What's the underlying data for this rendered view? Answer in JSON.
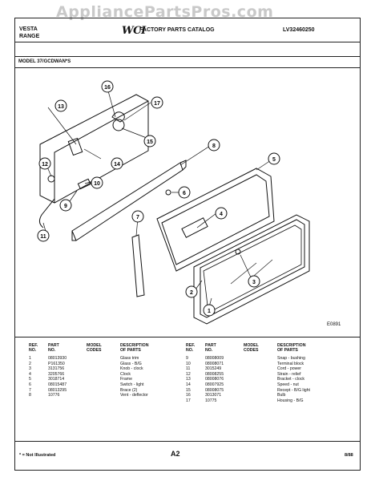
{
  "watermark": "AppliancePartsPros.com",
  "header": {
    "brand_line1": "VESTA",
    "brand_line2": "RANGE",
    "logo": "WCI",
    "catalog_title": "FACTORY PARTS CATALOG",
    "catalog_number": "LV32460250"
  },
  "model_line": "MODEL 37/GCDWAN*S",
  "diagram": {
    "drawing_number": "E0891",
    "callouts": [
      "1",
      "2",
      "3",
      "4",
      "5",
      "6",
      "7",
      "8",
      "9",
      "10",
      "11",
      "12",
      "13",
      "14",
      "15",
      "16",
      "17"
    ]
  },
  "parts_table": {
    "headers": {
      "ref_line1": "REF.",
      "ref_line2": "NO.",
      "part_line1": "PART",
      "part_line2": "NO.",
      "model_line1": "MODEL",
      "model_line2": "CODES",
      "desc_line1": "DESCRIPTION",
      "desc_line2": "OF PARTS"
    },
    "left": [
      {
        "ref": "1",
        "part": "08013930",
        "codes": "",
        "desc": "Glass trim"
      },
      {
        "ref": "2",
        "part": "P161350",
        "codes": "",
        "desc": "Glass - B/G"
      },
      {
        "ref": "3",
        "part": "3131756",
        "codes": "",
        "desc": "Knob - clock"
      },
      {
        "ref": "4",
        "part": "3205766",
        "codes": "",
        "desc": "Clock"
      },
      {
        "ref": "5",
        "part": "3018714",
        "codes": "",
        "desc": "Frame"
      },
      {
        "ref": "6",
        "part": "08015487",
        "codes": "",
        "desc": "Switch - light"
      },
      {
        "ref": "7",
        "part": "08013295",
        "codes": "",
        "desc": "Brace (2)"
      },
      {
        "ref": "8",
        "part": "10776",
        "codes": "",
        "desc": "Vent - deflector"
      }
    ],
    "right": [
      {
        "ref": "9",
        "part": "08008009",
        "codes": "",
        "desc": "Snap - bushing"
      },
      {
        "ref": "10",
        "part": "08008071",
        "codes": "",
        "desc": "Terminal block"
      },
      {
        "ref": "11",
        "part": "3015249",
        "codes": "",
        "desc": "Cord - power"
      },
      {
        "ref": "12",
        "part": "08008255",
        "codes": "",
        "desc": "Strain - relief"
      },
      {
        "ref": "13",
        "part": "08008076",
        "codes": "",
        "desc": "Bracket - clock"
      },
      {
        "ref": "14",
        "part": "08007925",
        "codes": "",
        "desc": "Speed - nut"
      },
      {
        "ref": "15",
        "part": "08008075",
        "codes": "",
        "desc": "Recept - B/G light"
      },
      {
        "ref": "16",
        "part": "3013071",
        "codes": "",
        "desc": "Bulb"
      },
      {
        "ref": "17",
        "part": "10775",
        "codes": "",
        "desc": "Housing - B/G"
      }
    ]
  },
  "footer": {
    "footnote": "* = Not Illustrated",
    "page": "A2",
    "date": "8/88"
  }
}
